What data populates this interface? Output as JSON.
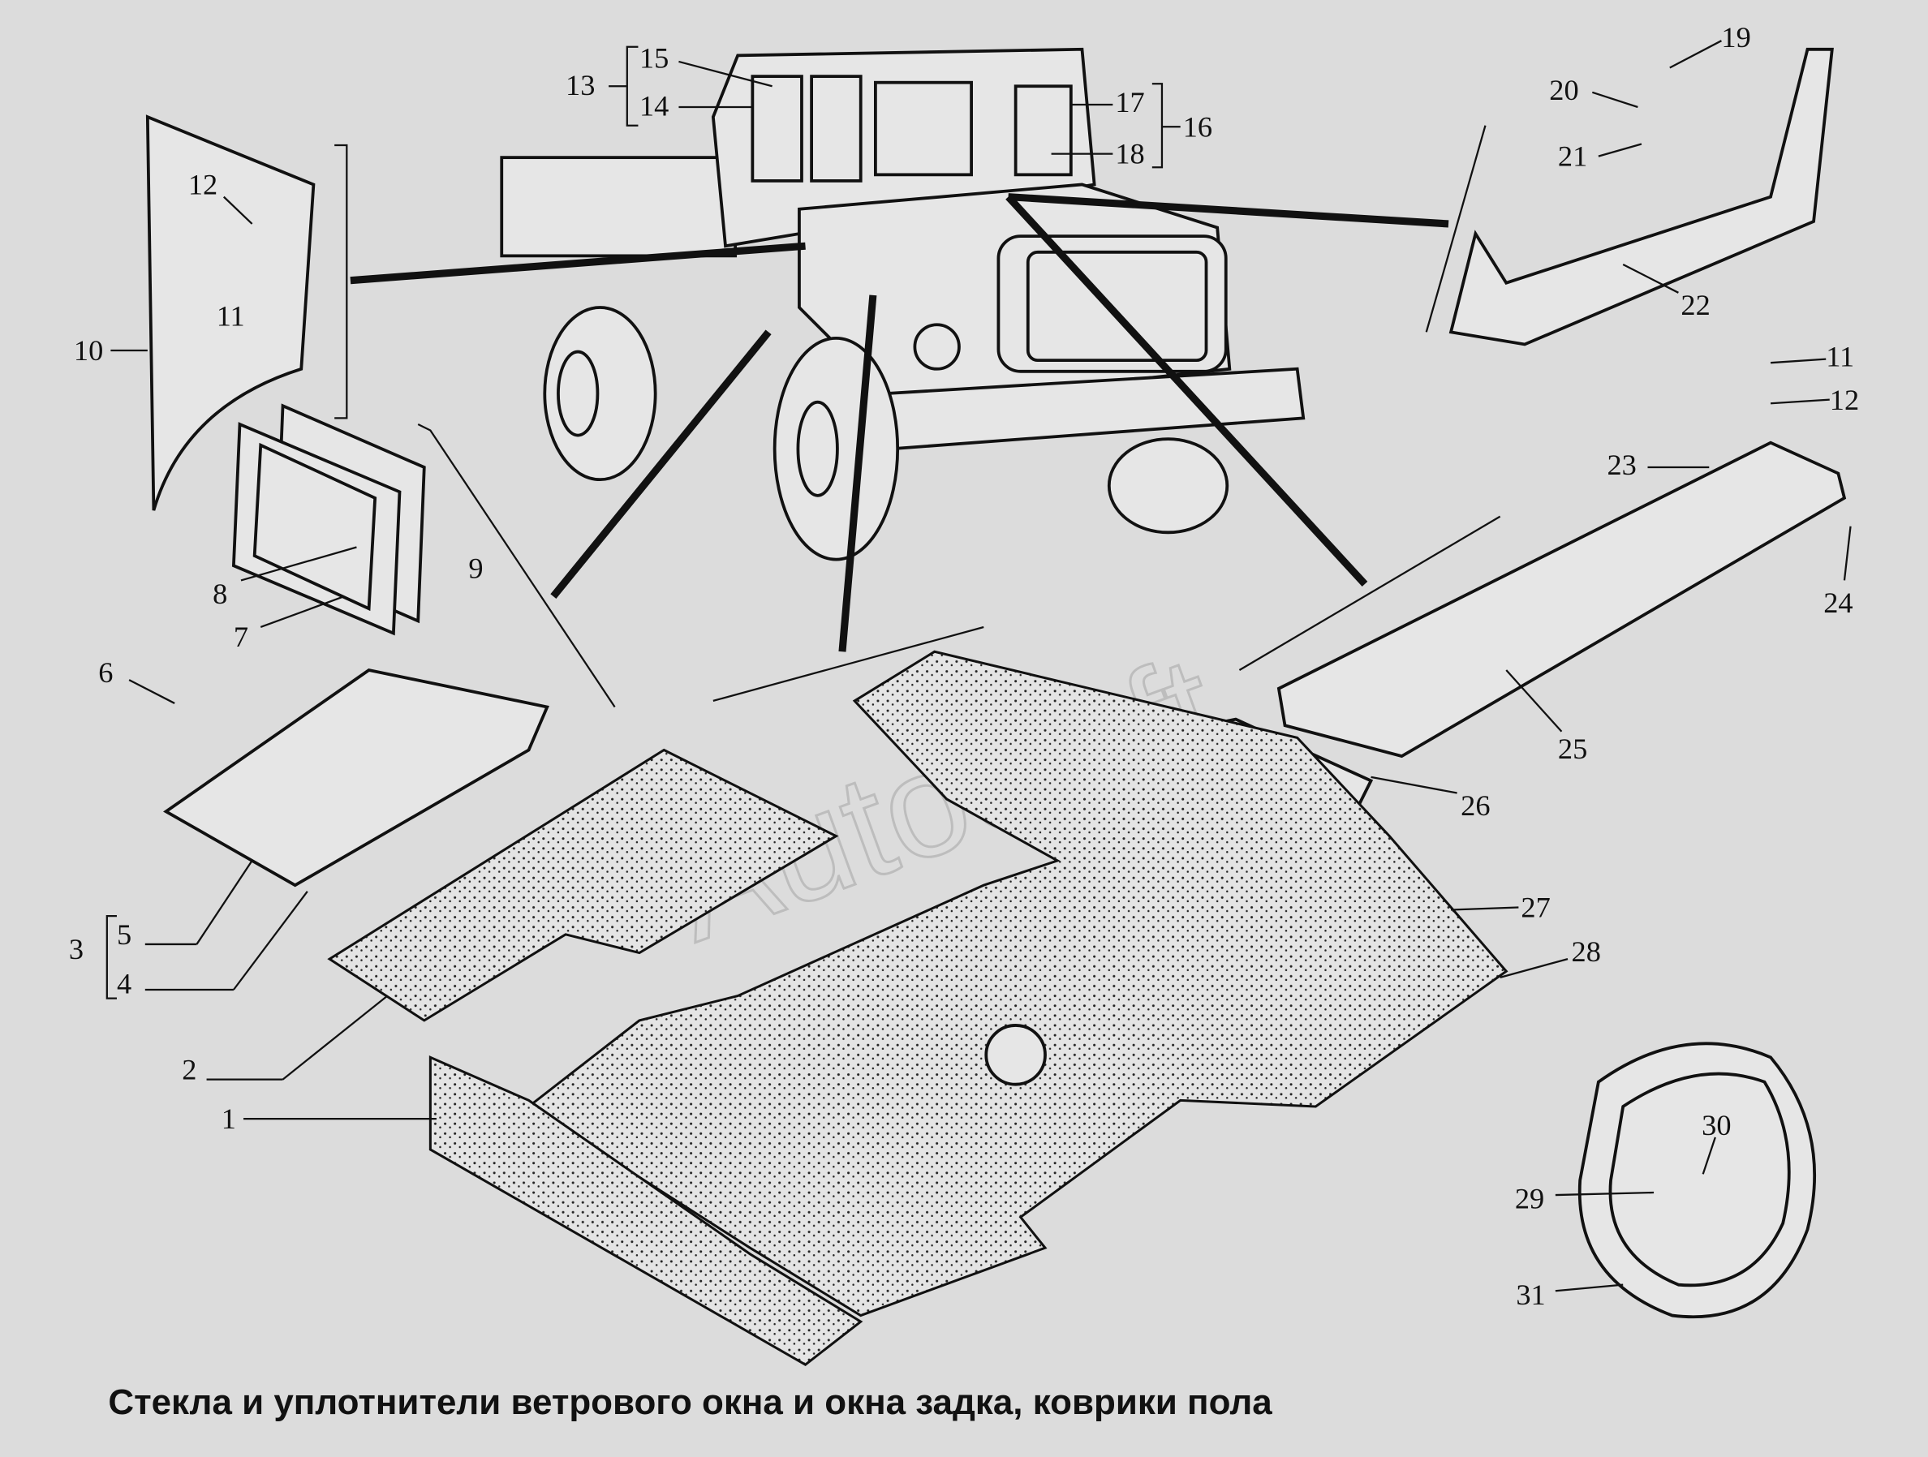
{
  "caption": "Стекла и уплотнители ветрового окна и окна задка, коврики пола",
  "watermark": "AutoSoft",
  "callouts": [
    "1",
    "2",
    "3",
    "4",
    "5",
    "6",
    "7",
    "8",
    "9",
    "10",
    "11",
    "12",
    "13",
    "14",
    "15",
    "16",
    "17",
    "18",
    "19",
    "20",
    "21",
    "22",
    "23",
    "24",
    "25",
    "26",
    "27",
    "28",
    "29",
    "30",
    "31",
    "11",
    "12"
  ]
}
